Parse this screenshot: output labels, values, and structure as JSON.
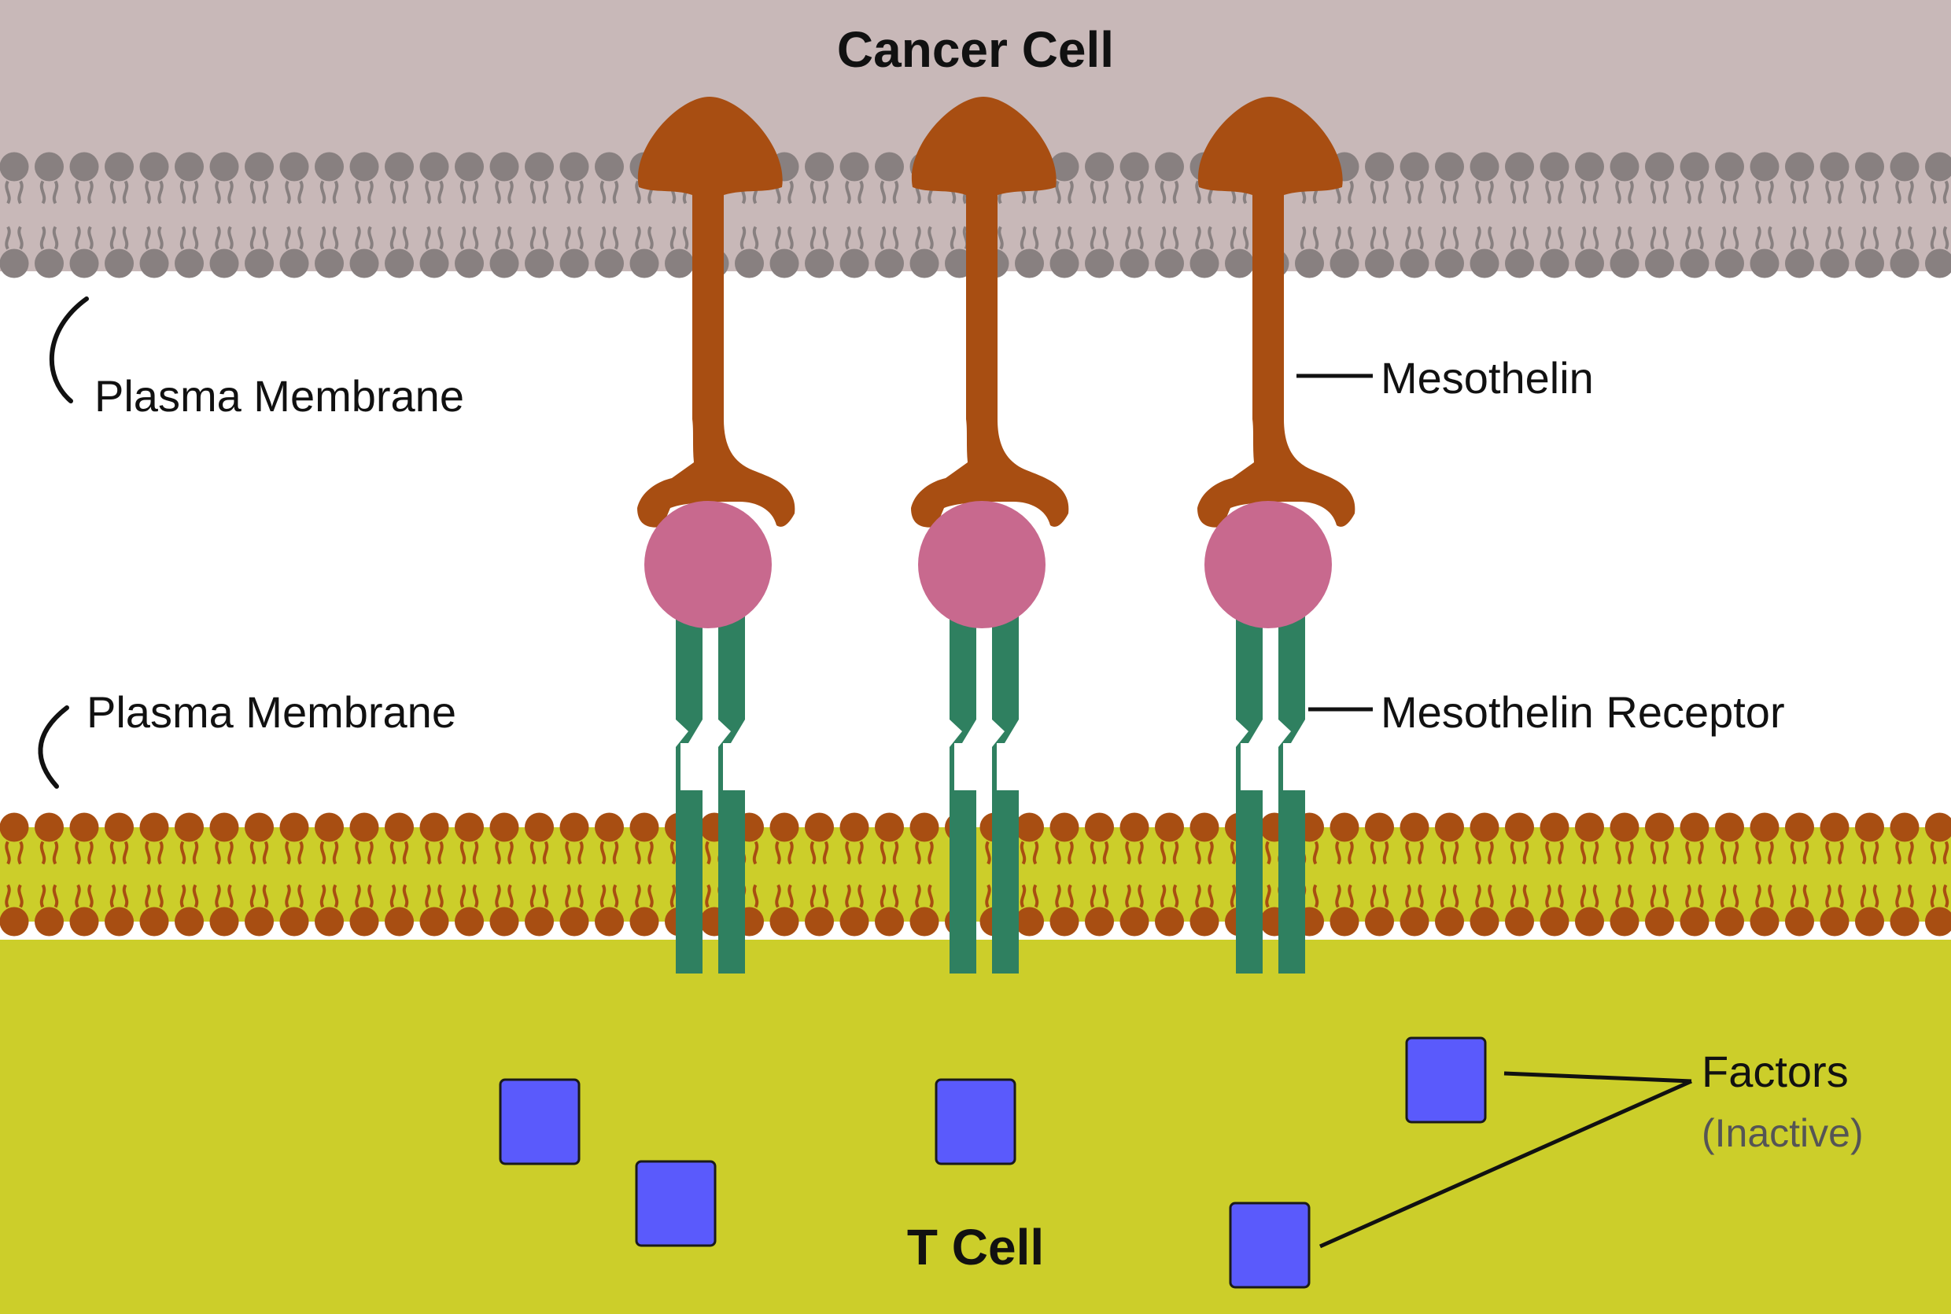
{
  "cancer_cell": {
    "label": "Cancer Cell"
  },
  "t_cell": {
    "label": "T Cell"
  },
  "membrane_labels": {
    "cancer_membrane": "Plasma Membrane",
    "tcell_membrane": "Plasma Membrane"
  },
  "callouts": {
    "mesothelin": "Mesothelin",
    "receptor": "Mesothelin Receptor",
    "factors": "Factors",
    "factors_state": "(Inactive)"
  },
  "complex_count": 3,
  "factor_count": 5,
  "colors": {
    "cancer_cytoplasm": "#c8b8b8",
    "cancer_lipid": "#888080",
    "extracellular": "#ffffff",
    "tcell_cytoplasm": "#ccce2a",
    "tcell_lipid": "#a84e12",
    "mesothelin": "#a84e12",
    "ligand": "#c8698e",
    "receptor": "#2f8060",
    "factor": "#5a5afc",
    "factor_outline": "#1a1a1a"
  }
}
